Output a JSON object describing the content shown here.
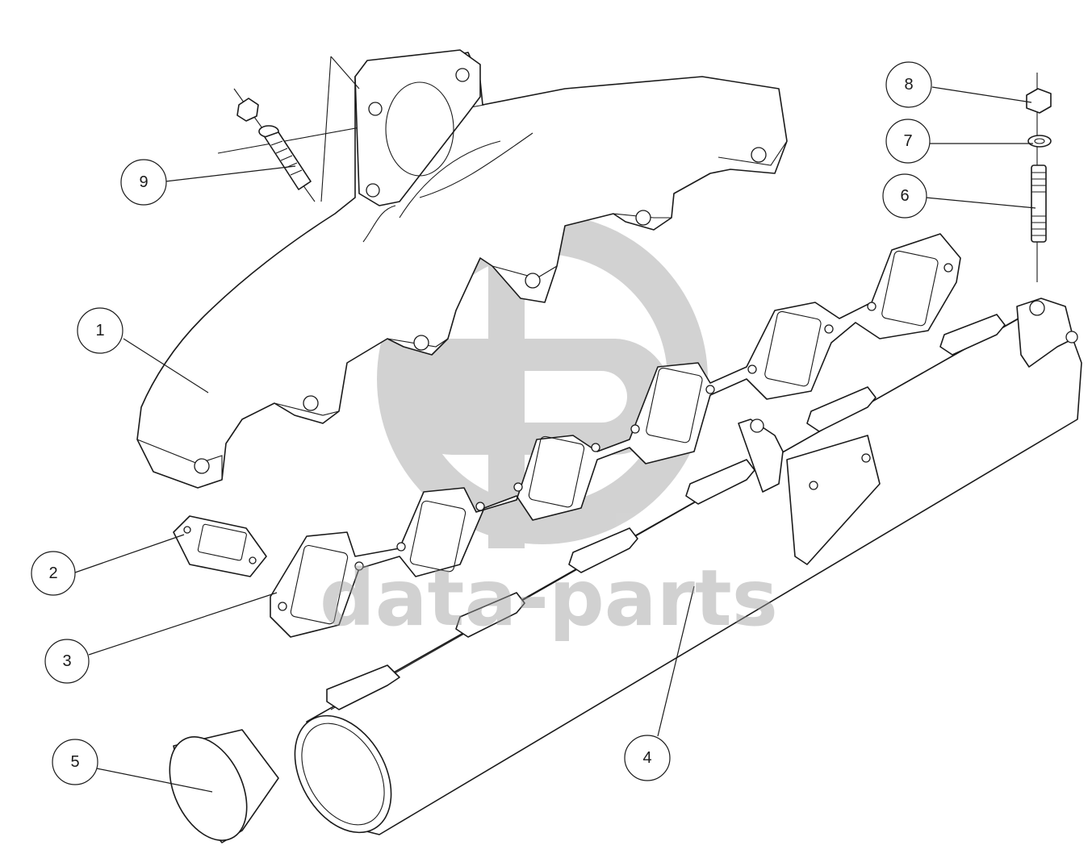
{
  "watermark": {
    "text": "data-parts",
    "color": "#9a9a9a"
  },
  "callouts": [
    {
      "id": "1",
      "label": "1"
    },
    {
      "id": "2",
      "label": "2"
    },
    {
      "id": "3",
      "label": "3"
    },
    {
      "id": "4",
      "label": "4"
    },
    {
      "id": "5",
      "label": "5"
    },
    {
      "id": "6",
      "label": "6"
    },
    {
      "id": "7",
      "label": "7"
    },
    {
      "id": "8",
      "label": "8"
    },
    {
      "id": "9",
      "label": "9"
    }
  ],
  "colors": {
    "line": "#1a1a1a",
    "background": "#ffffff"
  }
}
